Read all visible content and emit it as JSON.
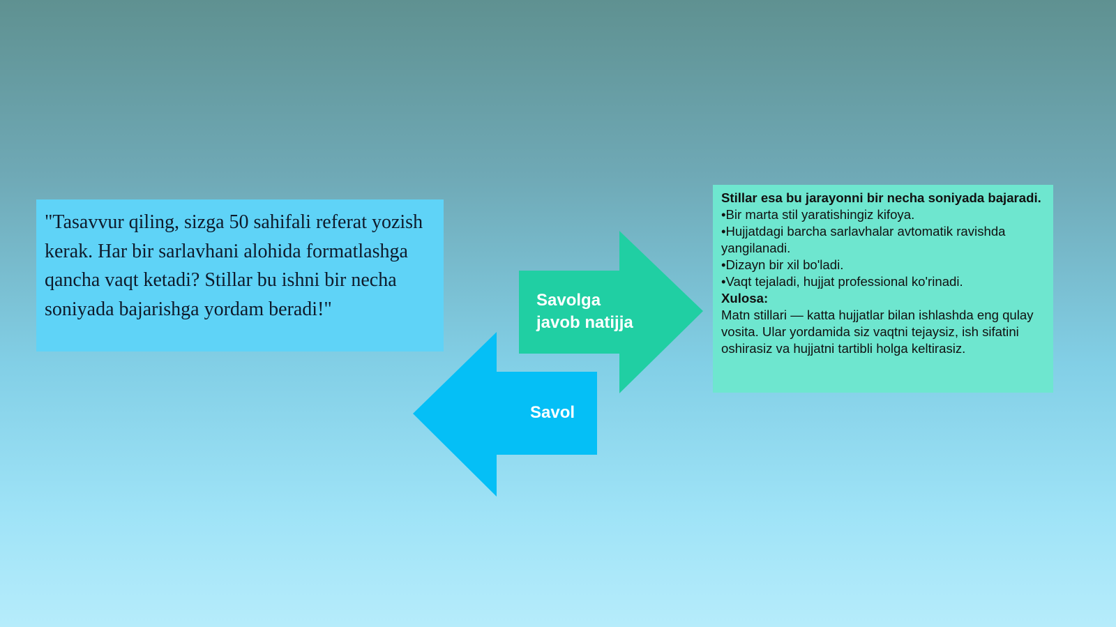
{
  "quote": {
    "text": "\"Tasavvur qiling, sizga 50 sahifali referat yozish kerak. Har bir sarlavhani alohida formatlashga qancha vaqt ketadi? Stillar bu ishni bir necha soniyada bajarishga yordam beradi!\""
  },
  "arrows": {
    "answer_label_line1": "Savolga",
    "answer_label_line2": "javob natijja",
    "question_label": "Savol",
    "answer_color": "#20cfa3",
    "question_color": "#05bff6"
  },
  "answer_box": {
    "heading": "Stillar esa bu jarayonni bir necha soniyada bajaradi.",
    "bullets": [
      "•Bir marta stil yaratishingiz kifoya.",
      "•Hujjatdagi barcha sarlavhalar avtomatik ravishda yangilanadi.",
      "•Dizayn bir xil bo'ladi.",
      "•Vaqt tejaladi, hujjat professional ko'rinadi."
    ],
    "conclusion_label": "Xulosa:",
    "conclusion_text": "Matn stillari — katta hujjatlar bilan ishlashda eng qulay vosita. Ular yordamida siz vaqtni tejaysiz, ish sifatini oshirasiz va hujjatni tartibli holga keltirasiz."
  },
  "colors": {
    "quote_box": "#5fd3f7",
    "answer_box": "#6ee6cf"
  }
}
